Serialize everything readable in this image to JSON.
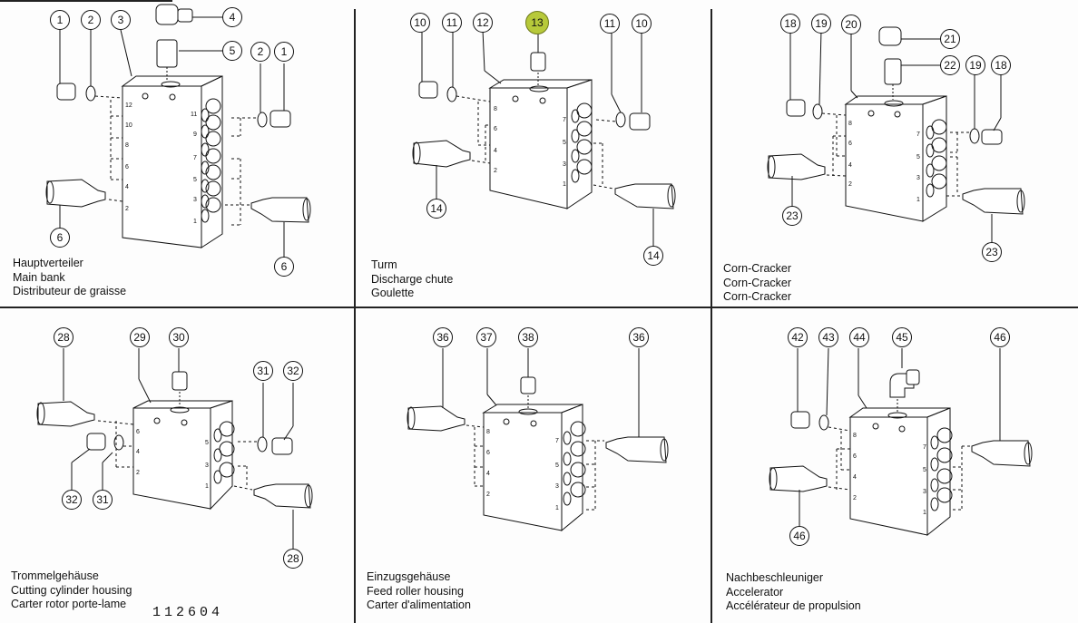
{
  "document": {
    "figure_number": "112604",
    "highlight_color": "#b7c93a"
  },
  "panels": [
    {
      "id": "main-bank",
      "caption": [
        "Hauptverteiler",
        "Main bank",
        "Distributeur de graisse"
      ],
      "callouts": [
        "1",
        "2",
        "3",
        "4",
        "5",
        "2",
        "1",
        "6",
        "6"
      ],
      "left_ports": [
        "12",
        "10",
        "8",
        "6",
        "4",
        "2"
      ],
      "right_ports": [
        "11",
        "9",
        "7",
        "5",
        "3",
        "1"
      ]
    },
    {
      "id": "discharge-chute",
      "caption": [
        "Turm",
        "Discharge chute",
        "Goulette"
      ],
      "callouts": [
        "10",
        "11",
        "12",
        "13",
        "11",
        "10",
        "14",
        "14"
      ],
      "highlighted_callout": "13",
      "left_ports": [
        "8",
        "6",
        "4",
        "2"
      ],
      "right_ports": [
        "7",
        "5",
        "3",
        "1"
      ]
    },
    {
      "id": "corn-cracker",
      "caption": [
        "Corn-Cracker",
        "Corn-Cracker",
        "Corn-Cracker"
      ],
      "callouts": [
        "18",
        "19",
        "20",
        "21",
        "22",
        "19",
        "18",
        "23",
        "23"
      ],
      "left_ports": [
        "8",
        "6",
        "4",
        "2"
      ],
      "right_ports": [
        "7",
        "5",
        "3",
        "1"
      ]
    },
    {
      "id": "cutting-cylinder-housing",
      "caption": [
        "Trommelgehäuse",
        "Cutting cylinder housing",
        "Carter rotor porte-lame"
      ],
      "callouts": [
        "28",
        "29",
        "30",
        "31",
        "32",
        "32",
        "31",
        "28"
      ],
      "left_ports": [
        "6",
        "4",
        "2"
      ],
      "right_ports": [
        "5",
        "3",
        "1"
      ]
    },
    {
      "id": "feed-roller-housing",
      "caption": [
        "Einzugsgehäuse",
        "Feed roller housing",
        "Carter d'alimentation"
      ],
      "callouts": [
        "36",
        "37",
        "38",
        "36"
      ],
      "left_ports": [
        "8",
        "6",
        "4",
        "2"
      ],
      "right_ports": [
        "7",
        "5",
        "3",
        "1"
      ]
    },
    {
      "id": "accelerator",
      "caption": [
        "Nachbeschleuniger",
        "Accelerator",
        "Accélérateur de propulsion"
      ],
      "callouts": [
        "42",
        "43",
        "44",
        "45",
        "46",
        "46"
      ],
      "left_ports": [
        "8",
        "6",
        "4",
        "2"
      ],
      "right_ports": [
        "7",
        "5",
        "3",
        "1"
      ]
    }
  ]
}
